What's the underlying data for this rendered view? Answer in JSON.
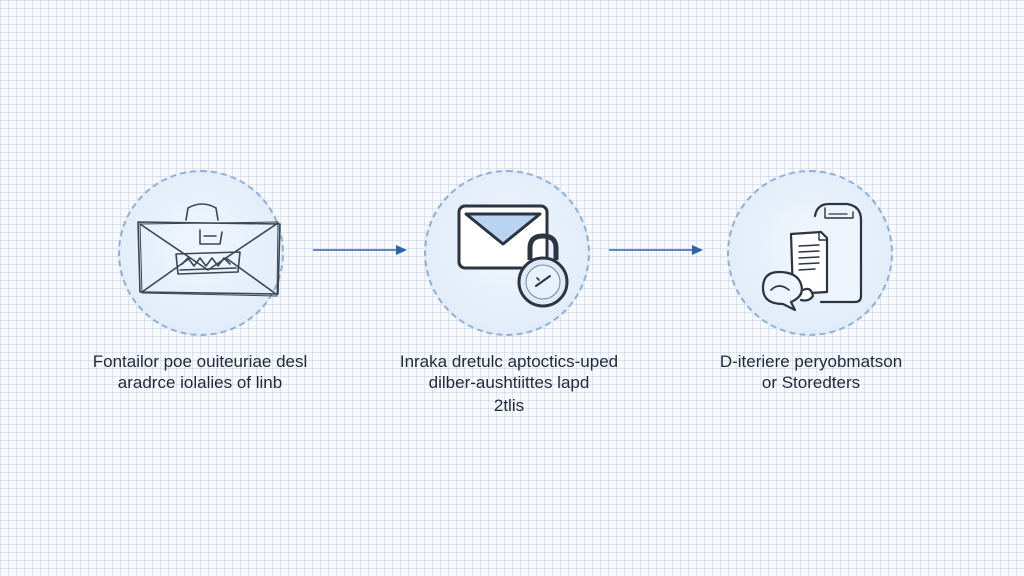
{
  "steps": [
    {
      "icon": "envelope-sketch-icon",
      "caption_line1": "Fontailor poe ouiteuriae desl",
      "caption_line2": "aradrce iolalies of linb"
    },
    {
      "icon": "envelope-lock-icon",
      "caption_line1": "Inraka dretulc aptoctics-uped",
      "caption_line2": "dilber-aushtiittes lapd",
      "caption_line3": "2tlis"
    },
    {
      "icon": "documents-chat-icon",
      "caption_line1": "D-iteriere peryobmatson",
      "caption_line2": "or Storedters"
    }
  ],
  "colors": {
    "arrow": "#2f64a8",
    "circle_border": "#8fb0d4",
    "icon_stroke": "#2b3440",
    "envelope_flap": "#b9d4f3"
  }
}
